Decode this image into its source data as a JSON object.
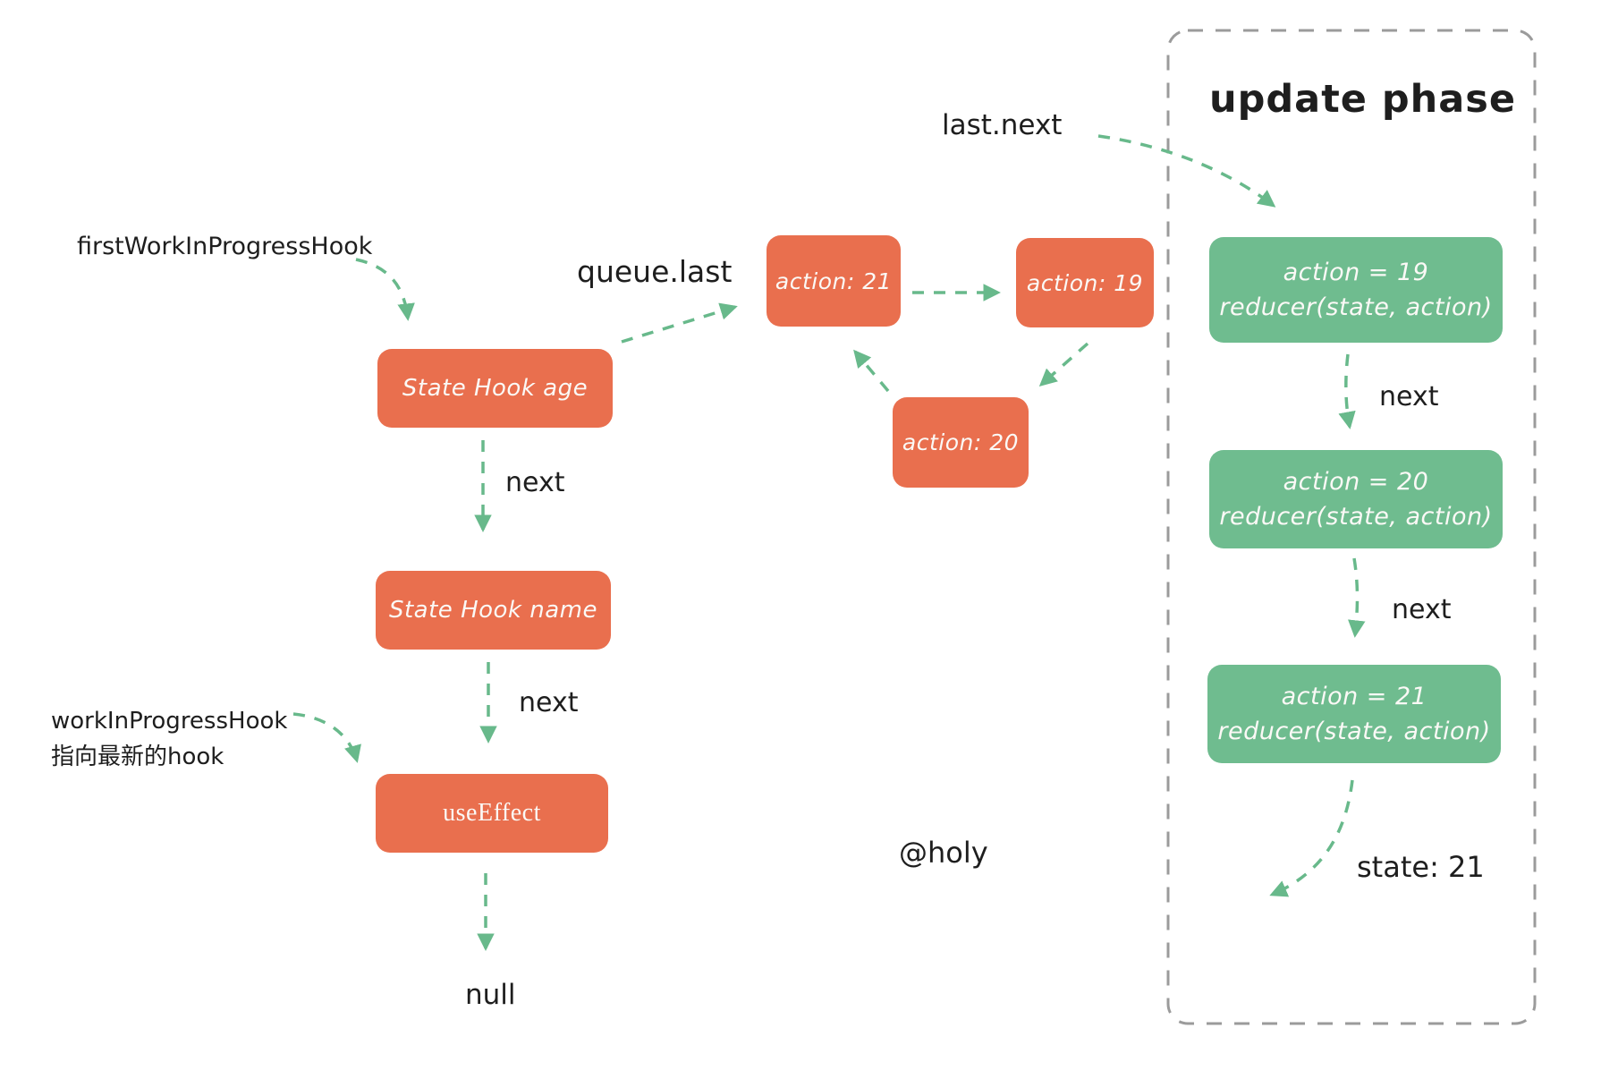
{
  "colors": {
    "node_orange": "#E96F4E",
    "node_green": "#6FBC8F",
    "arrow_green": "#68B98B",
    "container_border_gray": "#9B9B9B",
    "label_black": "#1E1E1E",
    "node_text_white": "#FBF9F6"
  },
  "labels": {
    "first_wip_hook": "firstWorkInProgressHook",
    "queue_last": "queue.last",
    "last_next": "last.next",
    "next_age_to_name": "next",
    "next_name_to_useeffect": "next",
    "next_g19_to_g20": "next",
    "next_g20_to_g21": "next",
    "null_terminator": "null",
    "wip_hook_line1": "workInProgressHook",
    "wip_hook_line2": "指向最新的hook",
    "watermark": "@holy",
    "update_phase_title": "update phase",
    "state_result": "state: 21"
  },
  "nodes": {
    "hook_age": "State Hook age",
    "hook_name": "State Hook name",
    "use_effect": "useEffect",
    "action_21": "action: 21",
    "action_19": "action: 19",
    "action_20": "action: 20",
    "reduce_19_line1": "action = 19",
    "reduce_19_line2": "reducer(state, action)",
    "reduce_20_line1": "action = 20",
    "reduce_20_line2": "reducer(state, action)",
    "reduce_21_line1": "action = 21",
    "reduce_21_line2": "reducer(state, action)"
  }
}
